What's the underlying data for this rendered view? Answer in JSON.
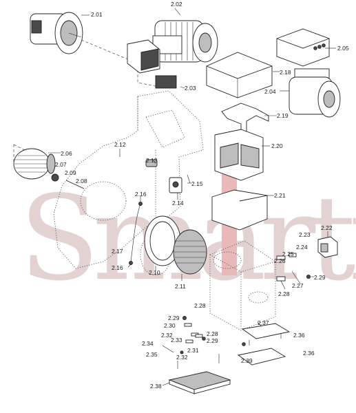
{
  "watermark": {
    "text": "SmartiCo"
  },
  "labels": {
    "l201": "2.01",
    "l202": "2.02",
    "l203": "2.03",
    "l204": "2.04",
    "l205": "2.05",
    "l206": "2.06",
    "l207": "2.07",
    "l208": "2.08",
    "l209": "2.09",
    "l210": "2.10",
    "l211": "2.11",
    "l212": "2.12",
    "l213": "2.13",
    "l214": "2.14",
    "l215": "2.15",
    "l216a": "2.16",
    "l216b": "2.16",
    "l217": "2.17",
    "l218": "2.18",
    "l219": "2.19",
    "l220": "2.20",
    "l221": "2.21",
    "l222": "2.22",
    "l223": "2.23",
    "l224": "2.24",
    "l225": "2.25",
    "l226": "2.26",
    "l227": "2.27",
    "l228a": "2.28",
    "l228b": "2.28",
    "l228c": "2.28",
    "l229a": "2.29",
    "l229b": "2.29",
    "l229c": "2.29",
    "l230": "2.30",
    "l231": "2.31",
    "l232a": "2.32",
    "l232b": "2.32",
    "l233": "2.33",
    "l234": "2.34",
    "l235": "2.35",
    "l236a": "2.36",
    "l236b": "2.36",
    "l237": "2.37",
    "l238": "2.38",
    "l239": "2.39"
  }
}
